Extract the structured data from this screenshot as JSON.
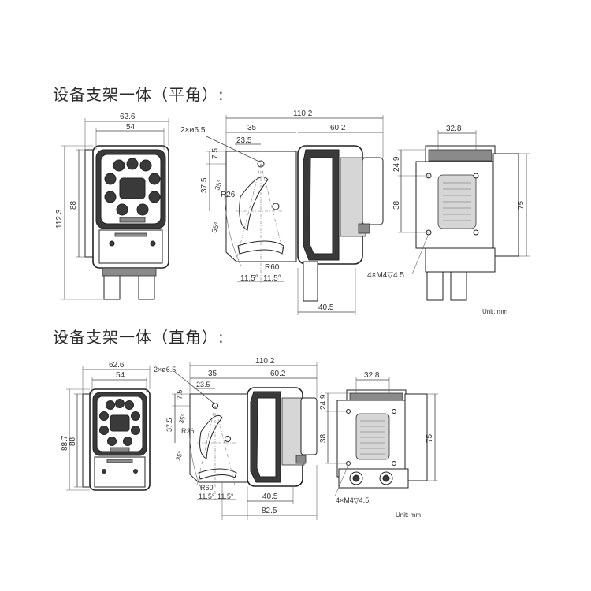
{
  "headings": {
    "flat": "设备支架一体（平角）:",
    "right_angle": "设备支架一体（直角）:"
  },
  "units": {
    "label": "Unit: mm"
  },
  "top": {
    "w_62_6": "62.6",
    "w_54": "54",
    "h_112_3": "112.3",
    "h_88": "88",
    "holes": "2×ø6.5",
    "d_35": "35",
    "d_23_5": "23.5",
    "d_7_5": "7.5",
    "d_37_5": "37.5",
    "a_35a": "35°",
    "a_35b": "35°",
    "r_26": "R26",
    "r_60": "R60",
    "d_11_5a": "11.5°",
    "d_11_5b": "11.5°",
    "d_110_2": "110.2",
    "d_60_2": "60.2",
    "d_40_5": "40.5",
    "d_32_8": "32.8",
    "d_24_9": "24.9",
    "d_38": "38",
    "d_75": "75",
    "thread": "4×M4▽4.5"
  },
  "bottom": {
    "w_62_6": "62.6",
    "w_54": "54",
    "h_88_7": "88.7",
    "h_88": "88",
    "holes": "2×ø6.5",
    "d_35": "35",
    "d_23_5": "23.5",
    "d_7_5": "7.5",
    "d_37_5": "37.5",
    "a_35a": "35°",
    "a_35b": "35°",
    "r_26": "R26",
    "r_60": "R60",
    "d_11_5a": "11.5°",
    "d_11_5b": "11.5°",
    "d_110_2": "110.2",
    "d_60_2": "60.2",
    "d_40_5": "40.5",
    "d_82_5": "82.5",
    "d_32_8": "32.8",
    "d_24_9": "24.9",
    "d_38": "38",
    "d_75": "75",
    "thread": "4×M4▽4.5"
  }
}
